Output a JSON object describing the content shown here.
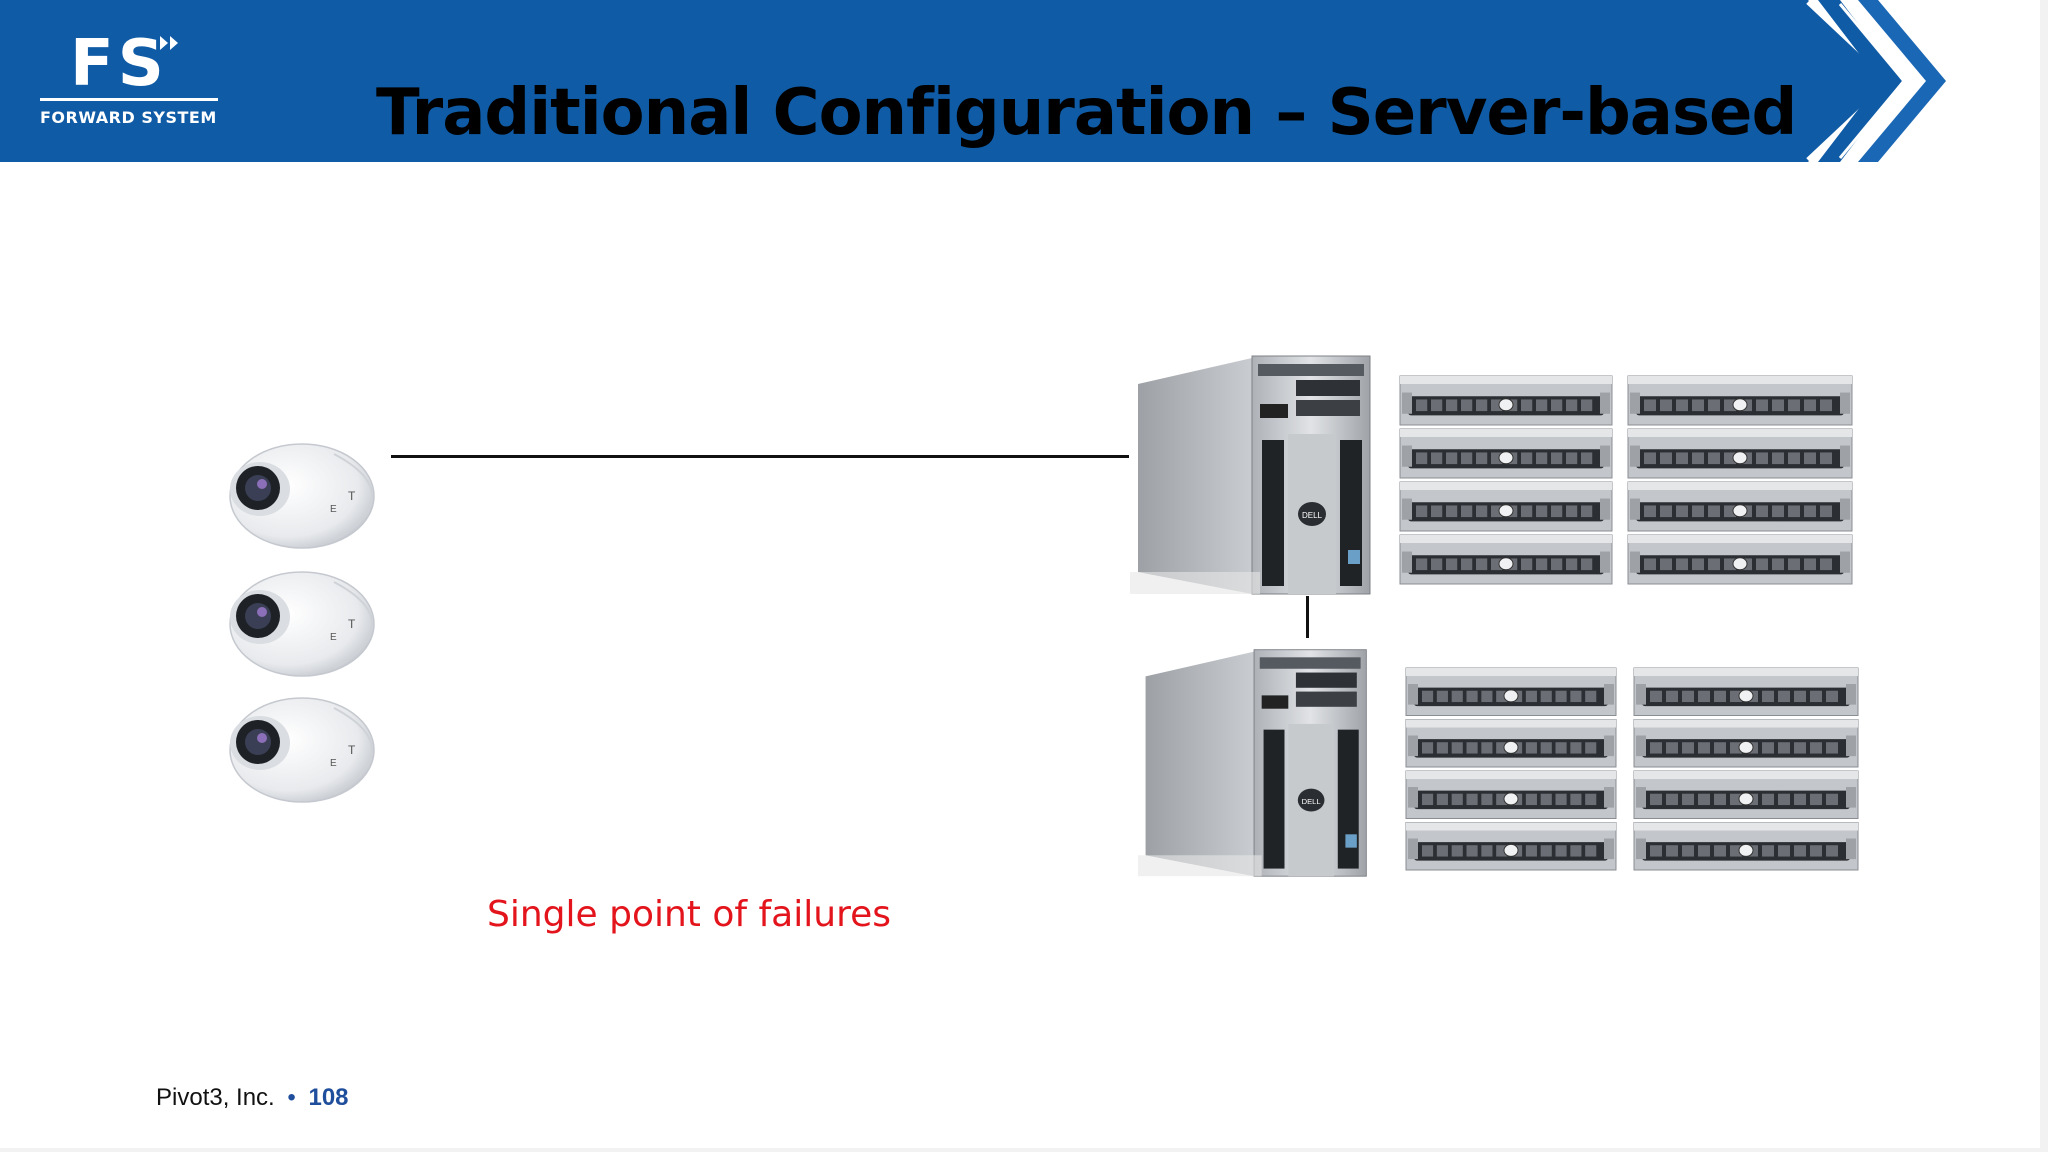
{
  "header": {
    "logo_mark": "FS",
    "logo_text": "FORWARD SYSTEM",
    "title": "Traditional Configuration – Server-based",
    "band_color": "#0f5ba6"
  },
  "diagram": {
    "cameras": [
      {
        "icon": "security-camera-icon"
      },
      {
        "icon": "security-camera-icon"
      },
      {
        "icon": "security-camera-icon"
      }
    ],
    "servers": [
      {
        "icon": "tower-server-icon"
      },
      {
        "icon": "tower-server-icon"
      }
    ],
    "storage_arrays": [
      {
        "icon": "storage-array-icon"
      },
      {
        "icon": "storage-array-icon"
      },
      {
        "icon": "storage-array-icon"
      },
      {
        "icon": "storage-array-icon"
      }
    ],
    "caption": "Single point of failures",
    "caption_color": "#e3141b"
  },
  "footer": {
    "company": "Pivot3, Inc.",
    "bullet": "•",
    "page_number": "108"
  }
}
